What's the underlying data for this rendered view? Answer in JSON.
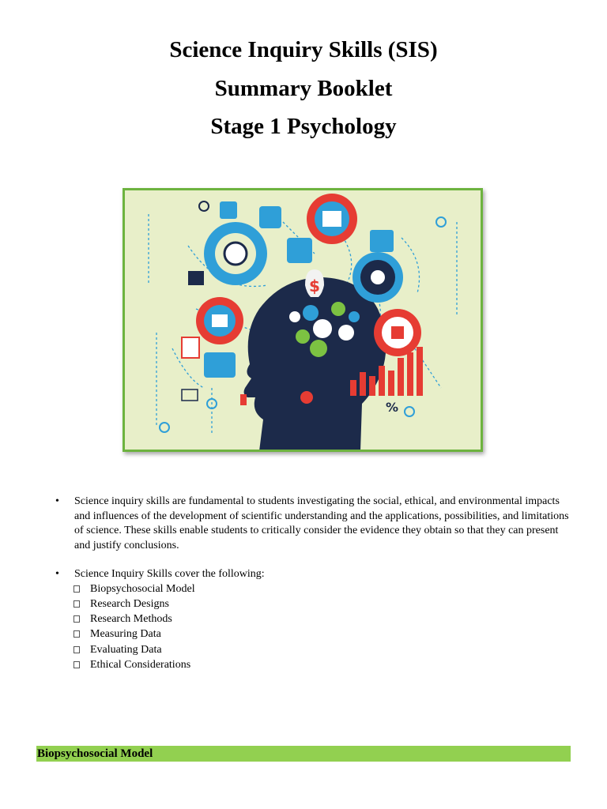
{
  "header": {
    "title_line1": "Science Inquiry Skills (SIS)",
    "title_line2": "Summary Booklet",
    "title_line3": "Stage 1 Psychology"
  },
  "illustration": {
    "head_glyph": "$",
    "percent_glyph": "%",
    "colors": {
      "border": "#6db33f",
      "background": "#e8efc9",
      "silhouette": "#1c2a4a",
      "accent_red": "#e63c33",
      "accent_blue": "#2f9fd8"
    }
  },
  "body": {
    "bullet1": "Science inquiry skills are fundamental to students investigating the social, ethical, and environmental impacts and influences of the development of scientific understanding and the applications, possibilities, and limitations of science. These skills enable students to critically consider the evidence they obtain so that they can present and justify conclusions.",
    "bullet2": "Science Inquiry Skills cover the following:",
    "skills": [
      "Biopsychosocial Model",
      "Research Designs",
      "Research Methods",
      "Measuring Data",
      "Evaluating Data",
      "Ethical Considerations"
    ]
  },
  "section": {
    "heading": "Biopsychosocial Model"
  }
}
